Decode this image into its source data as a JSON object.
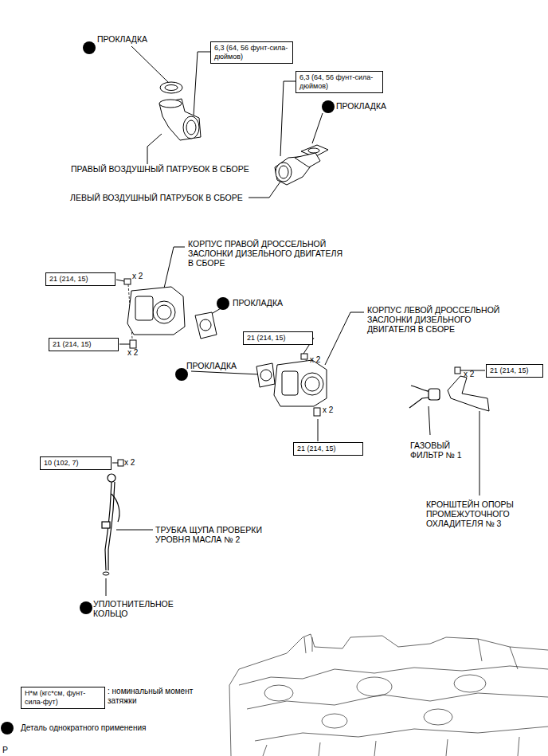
{
  "diagram": {
    "nodes": [
      {
        "text": [
          "6,3 (64, 56 фунт-сила-дюймов)"
        ]
      },
      {
        "text": [
          "6,3 (64, 56 фунт-сила-дюймов)"
        ]
      },
      {
        "text": [
          "21 (214, 15)"
        ]
      },
      {
        "text": [
          "21 (214, 15)"
        ]
      },
      {
        "text": [
          "21 (214, 15)"
        ]
      },
      {
        "text": [
          "21 (214, 15)"
        ]
      },
      {
        "text": [
          "21 (214, 15)"
        ]
      },
      {
        "text": [
          "10 (102, 7)"
        ]
      },
      {
        "text": [
          "Н*м (кгс*см, фунт-сила-фут)"
        ]
      }
    ],
    "labels": [
      "ПРОКЛАДКА",
      "ПРАВЫЙ ВОЗДУШНЫЙ ПАТРУБОК В СБОРЕ",
      "ПРОКЛАДКА",
      "ЛЕВЫЙ ВОЗДУШНЫЙ ПАТРУБОК В СБОРЕ",
      "КОРПУС ПРАВОЙ ДРОССЕЛЬНОЙ ЗАСЛОНКИ ДИЗЕЛЬНОГО ДВИГАТЕЛЯ В СБОРЕ",
      "x 2",
      "ПРОКЛАДКА",
      "x 2",
      "КОРПУС ЛЕВОЙ ДРОССЕЛЬНОЙ ЗАСЛОНКИ ДИЗЕЛЬНОГО ДВИГАТЕЛЯ В СБОРЕ",
      "ПРОКЛАДКА",
      "x 2",
      "x 2",
      "x 2",
      "ГАЗОВЫЙ ФИЛЬТР № 1",
      "x 2",
      "ТРУБКА ЩУПА ПРОВЕРКИ УРОВНЯ МАСЛА № 2",
      "КРОНШТЕЙН ОПОРЫ ПРОМЕЖУТОЧНОГО ОХЛАДИТЕЛЯ № 3",
      "УПЛОТНИТЕЛЬНОЕ КОЛЬЦО",
      "P"
    ],
    "legend": [
      {
        "text": ": номинальный момент затяжки"
      },
      {
        "text": "Деталь однократного применения",
        "color": "#000000"
      }
    ]
  }
}
